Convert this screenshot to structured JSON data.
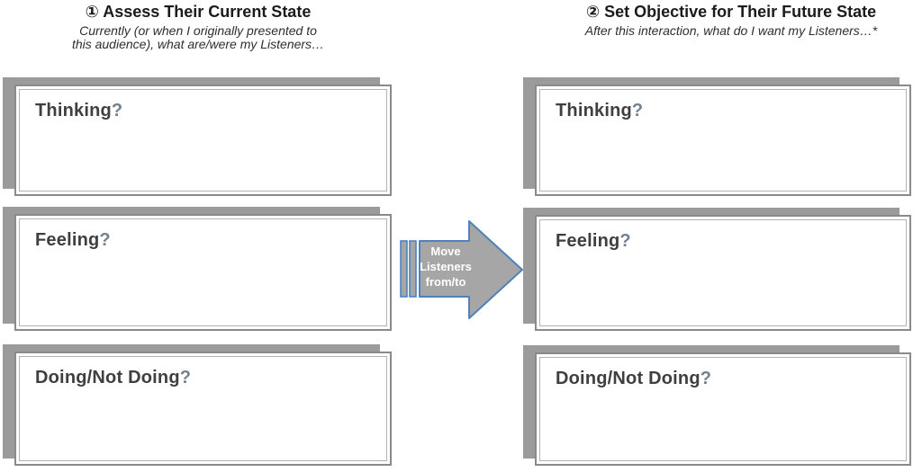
{
  "current_state": {
    "title": "① Assess Their Current State",
    "subtitle": "Currently (or when I originally presented to\nthis audience), what are/were my Listeners…",
    "boxes": [
      {
        "label": "Thinking",
        "mark": "?"
      },
      {
        "label": "Feeling",
        "mark": "?"
      },
      {
        "label": "Doing/Not Doing",
        "mark": "?"
      }
    ]
  },
  "future_state": {
    "title": "② Set Objective for Their Future State",
    "subtitle": "After this interaction, what do I want my Listeners…*",
    "boxes": [
      {
        "label": "Thinking",
        "mark": "?"
      },
      {
        "label": "Feeling",
        "mark": "?"
      },
      {
        "label": "Doing/Not Doing",
        "mark": "?"
      }
    ]
  },
  "arrow": {
    "lines": [
      "Move",
      "Listeners",
      "from/to"
    ]
  },
  "colors": {
    "accent_blue": "#4f81bd",
    "arrow_fill_gray": "#a6a6a6",
    "shadow_gray": "#9b9b9b",
    "box_border_gray": "#8a8a8a",
    "label_gray": "#3f3f3f"
  }
}
